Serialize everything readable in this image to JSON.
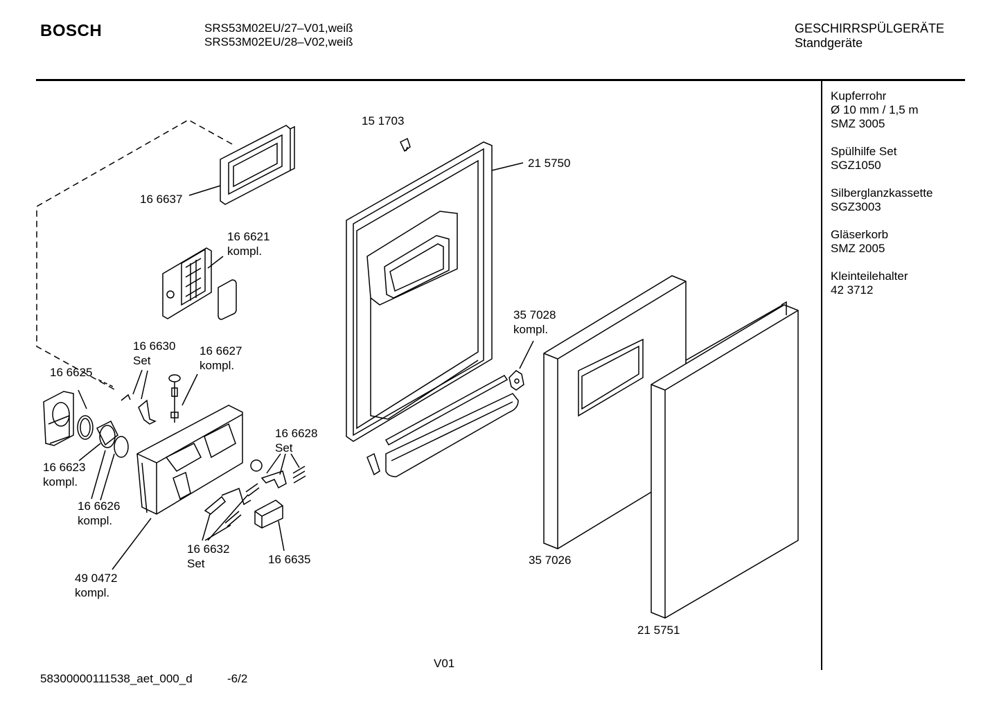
{
  "header": {
    "brand": "BOSCH",
    "model_line_1": "SRS53M02EU/27–V01,weiß",
    "model_line_2": "SRS53M02EU/28–V02,weiß",
    "category_line_1": "GESCHIRRSPÜLGERÄTE",
    "category_line_2": "Standgeräte"
  },
  "accessories": [
    {
      "lines": [
        "Kupferrohr",
        "Ø 10 mm / 1,5 m",
        "SMZ 3005"
      ]
    },
    {
      "lines": [
        "Spülhilfe Set",
        "SGZ1050"
      ]
    },
    {
      "lines": [
        "Silberglanzkassette",
        "SGZ3003"
      ]
    },
    {
      "lines": [
        "Gläserkorb",
        "SMZ 2005"
      ]
    },
    {
      "lines": [
        "Kleinteilehalter",
        "42 3712"
      ]
    }
  ],
  "parts": {
    "p166637": "16 6637",
    "p166621": "16 6621",
    "p166621_sub": "kompl.",
    "p166630": "16 6630",
    "p166630_sub": "Set",
    "p166627": "16 6627",
    "p166627_sub": "kompl.",
    "p166625": "16 6625",
    "p166623": "16 6623",
    "p166623_sub": "kompl.",
    "p166626": "16 6626",
    "p166626_sub": "kompl.",
    "p490472": "49 0472",
    "p490472_sub": "kompl.",
    "p166628": "16 6628",
    "p166628_sub": "Set",
    "p166632": "16 6632",
    "p166632_sub": "Set",
    "p166635": "16 6635",
    "p151703": "15 1703",
    "p215750": "21 5750",
    "p357028": "35 7028",
    "p357028_sub": "kompl.",
    "p357026": "35 7026",
    "p215751": "21 5751"
  },
  "footer": {
    "code": "58300000111538_aet_000_d",
    "page": "-6/2",
    "version": "V01"
  }
}
